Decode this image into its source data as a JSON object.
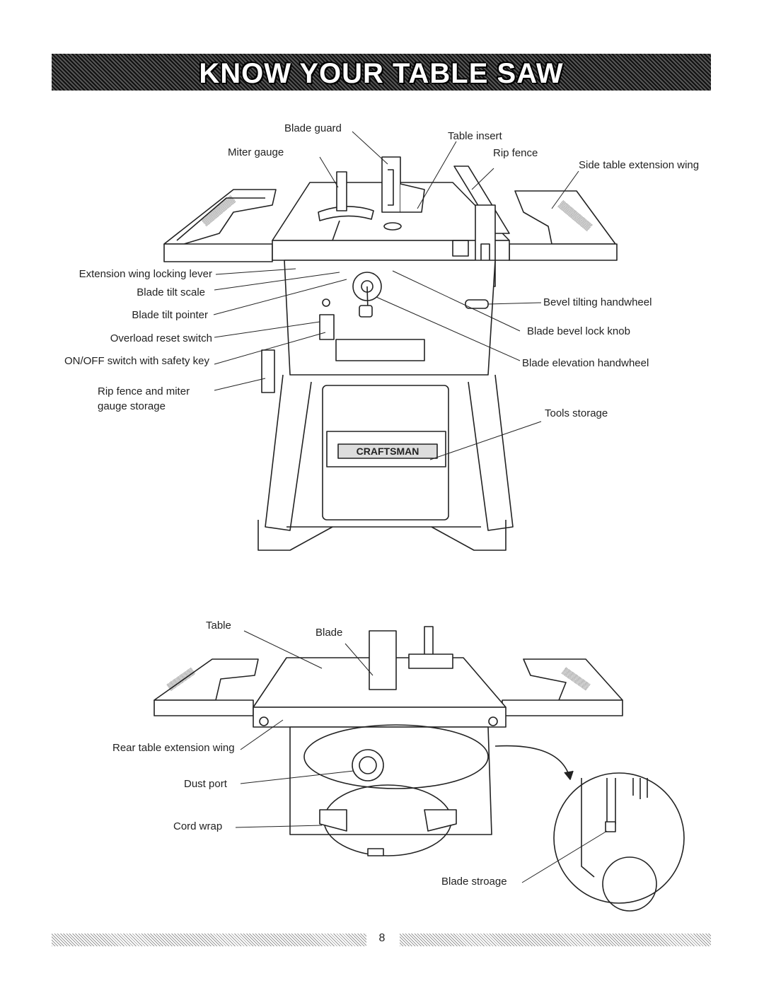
{
  "page": {
    "title": "KNOW YOUR TABLE SAW",
    "page_number": "8"
  },
  "front_view": {
    "labels": {
      "blade_guard": "Blade guard",
      "table_insert": "Table insert",
      "miter_gauge": "Miter gauge",
      "rip_fence": "Rip fence",
      "side_table_extension_wing": "Side table extension wing",
      "extension_wing_locking_lever": "Extension wing locking lever",
      "blade_tilt_scale": "Blade tilt scale",
      "blade_tilt_pointer": "Blade tilt pointer",
      "overload_reset_switch": "Overload reset switch",
      "on_off_switch": "ON/OFF switch with safety key",
      "rip_fence_storage_line1": "Rip fence and miter",
      "rip_fence_storage_line2": "gauge storage",
      "bevel_tilting_handwheel": "Bevel tilting handwheel",
      "blade_bevel_lock_knob": "Blade bevel lock knob",
      "blade_elevation_handwheel": "Blade elevation handwheel",
      "tools_storage": "Tools storage"
    },
    "brand_logo": "CRAFTSMAN"
  },
  "rear_view": {
    "labels": {
      "table": "Table",
      "blade": "Blade",
      "rear_table_extension_wing": "Rear table extension wing",
      "dust_port": "Dust port",
      "cord_wrap": "Cord wrap",
      "blade_storage": "Blade stroage"
    }
  }
}
